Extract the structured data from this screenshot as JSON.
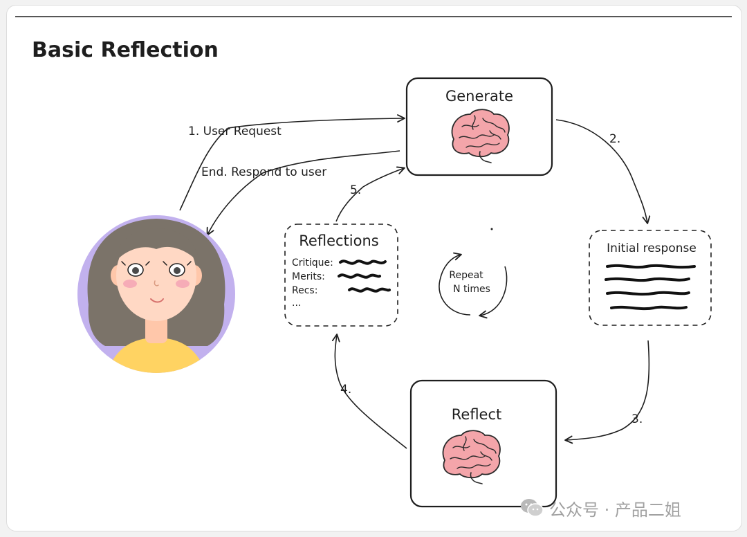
{
  "title": "Basic Reflection",
  "nodes": {
    "generate": "Generate",
    "reflect": "Reflect",
    "initial_response": "Initial response",
    "reflections": {
      "title": "Reflections",
      "items": [
        "Critique:",
        "Merits:",
        "Recs:",
        "..."
      ]
    }
  },
  "edges": {
    "user_request": "1. User Request",
    "respond": "End. Respond to user",
    "step2": "2.",
    "step3": "3.",
    "step4": "4.",
    "step5": "5."
  },
  "loop": {
    "line1": "Repeat",
    "line2": "N times"
  },
  "watermark": "公众号 · 产品二姐",
  "colors": {
    "avatar_bg": "#c2b1ee",
    "hair": "#7b7369",
    "skin": "#ffd8c4",
    "shirt": "#ffd362",
    "brain": "#f4a5aa",
    "ink": "#1e1e1e"
  }
}
